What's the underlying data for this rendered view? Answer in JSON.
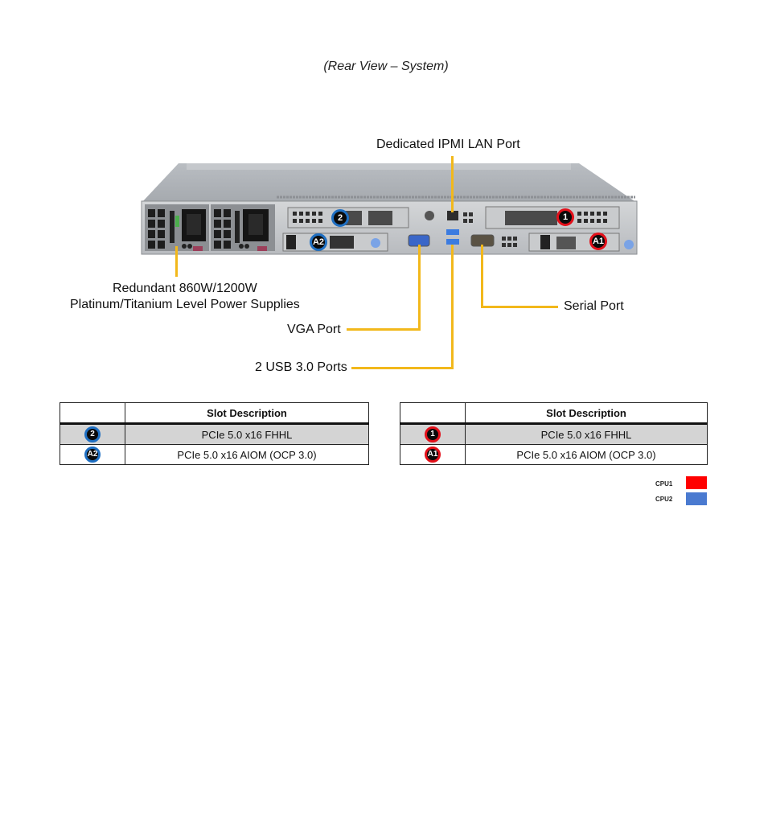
{
  "title": "(Rear View – System)",
  "callouts": {
    "ipmi": "Dedicated IPMI  LAN Port",
    "psu_line1": "Redundant  860W/1200W",
    "psu_line2": "Platinum/Titanium  Level Power Supplies",
    "vga": "VGA Port",
    "usb": "2 USB 3.0 Ports",
    "serial": "Serial Port"
  },
  "chassis_badges": {
    "slot2": "2",
    "slotA2": "A2",
    "slot1": "1",
    "slotA1": "A1"
  },
  "tables": {
    "left": {
      "header": "Slot Description",
      "rows": [
        {
          "badge": "2",
          "cpu": "cpu2",
          "description": "PCIe  5.0  x16  FHHL"
        },
        {
          "badge": "A2",
          "cpu": "cpu2",
          "description": "PCIe  5.0  x16  AIOM  (OCP  3.0)"
        }
      ]
    },
    "right": {
      "header": "Slot Description",
      "rows": [
        {
          "badge": "1",
          "cpu": "cpu1",
          "description": "PCIe  5.0  x16  FHHL"
        },
        {
          "badge": "A1",
          "cpu": "cpu1",
          "description": "PCIe  5.0  x16  AIOM  (OCP  3.0)"
        }
      ]
    }
  },
  "legend": [
    {
      "label": "CPU1",
      "color": "#ff0000"
    },
    {
      "label": "CPU2",
      "color": "#4a7ad0"
    }
  ],
  "colors": {
    "callout_line": "#f2b81b",
    "cpu1": "#e3101a",
    "cpu2": "#1f6fc2",
    "row_shade": "#d4d4d4"
  }
}
